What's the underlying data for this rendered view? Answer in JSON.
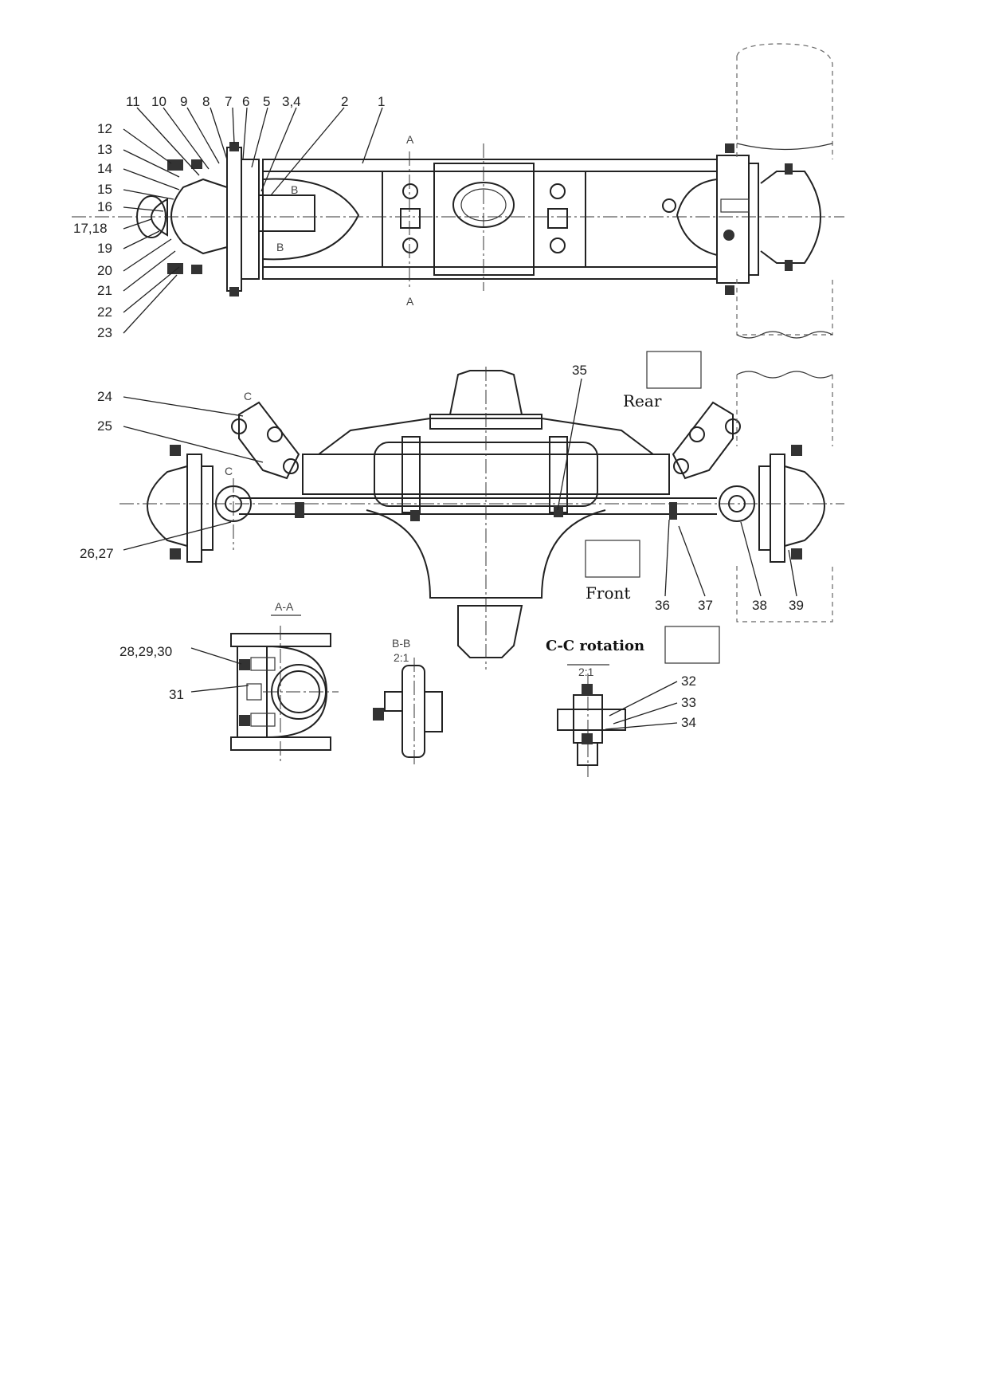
{
  "callouts": {
    "c1": "1",
    "c2": "2",
    "c34": "3,4",
    "c5": "5",
    "c6": "6",
    "c7": "7",
    "c8": "8",
    "c9": "9",
    "c10": "10",
    "c11": "11",
    "c12": "12",
    "c13": "13",
    "c14": "14",
    "c15": "15",
    "c16": "16",
    "c1718": "17,18",
    "c19": "19",
    "c20": "20",
    "c21": "21",
    "c22": "22",
    "c23": "23",
    "c24": "24",
    "c25": "25",
    "c2627": "26,27",
    "c282930": "28,29,30",
    "c31": "31",
    "c32": "32",
    "c33": "33",
    "c34b": "34",
    "c35": "35",
    "c36": "36",
    "c37": "37",
    "c38": "38",
    "c39": "39"
  },
  "section_marks": {
    "a_top": "A",
    "a_bottom": "A",
    "b_top": "B",
    "b_bottom": "B",
    "c_top": "C",
    "c_bottom": "C"
  },
  "section_titles": {
    "aa": "A-A",
    "bb": "B-B",
    "bb_scale": "2:1",
    "cc_scale": "2:1"
  },
  "annotations": {
    "rear": "Rear",
    "front": "Front",
    "cc_rotation": "C-C rotation"
  }
}
